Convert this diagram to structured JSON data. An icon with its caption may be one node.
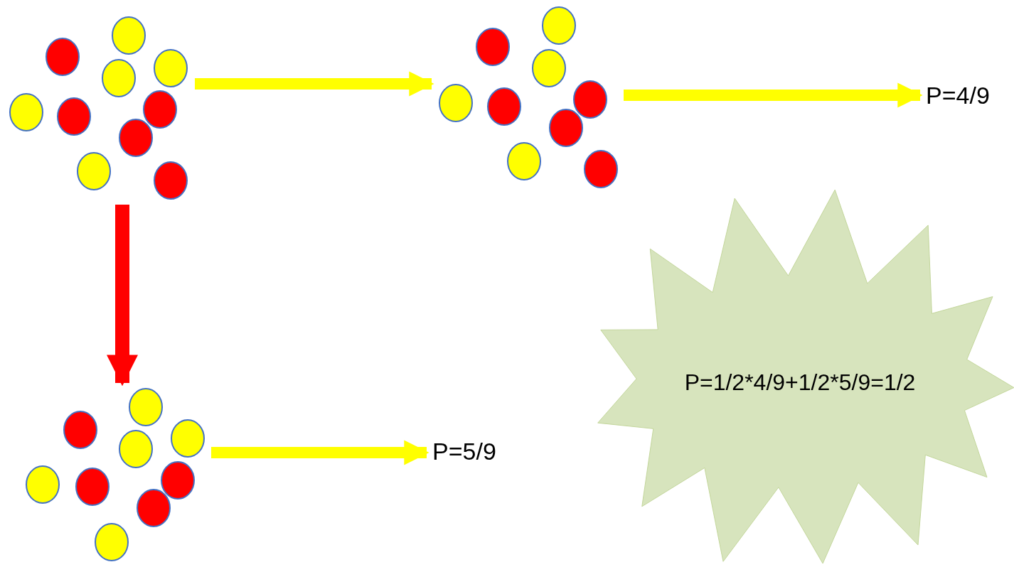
{
  "diagram": {
    "nodes": [
      {
        "text": [],
        "shape": "picture"
      },
      {
        "text": [],
        "shape": "picture"
      },
      {
        "text": [
          "P=4/9"
        ]
      },
      {
        "text": [],
        "shape": "picture"
      },
      {
        "text": [
          "P=5/9"
        ]
      },
      {
        "text": [
          "P=1/2*4/9+1/2*5/9=1/2"
        ]
      }
    ],
    "edges": [
      {
        "from": 0,
        "to": 1,
        "arrow": "to"
      },
      {
        "from": 1,
        "to": 2,
        "arrow": "to"
      },
      {
        "from": 0,
        "to": 3,
        "arrow": "to",
        "color": "#ff0000"
      },
      {
        "from": 3,
        "to": 4,
        "arrow": "to"
      }
    ]
  }
}
